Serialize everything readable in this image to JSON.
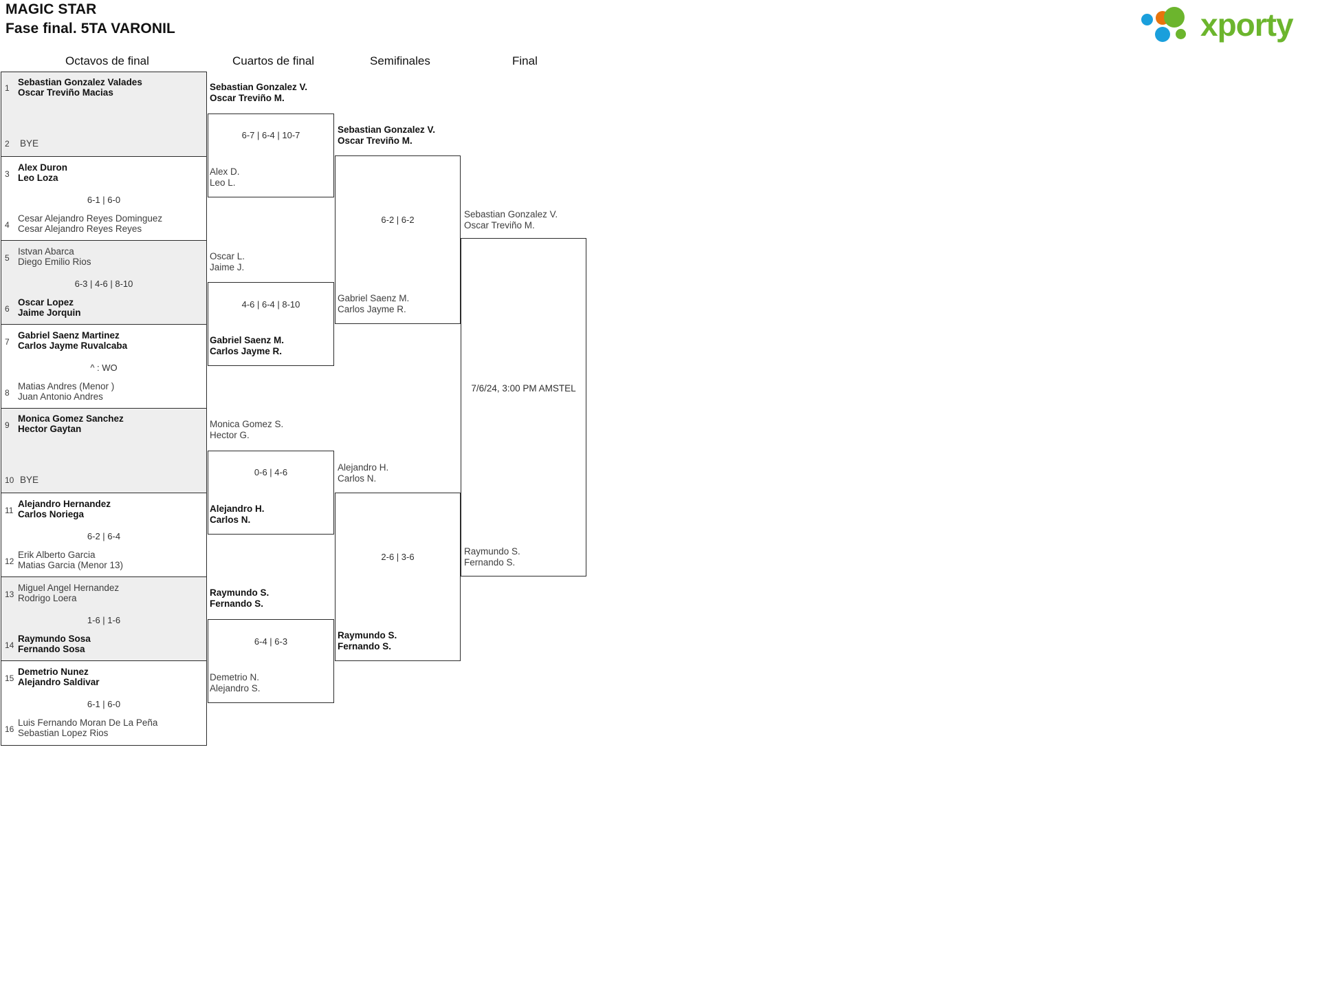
{
  "header": {
    "tournament": "MAGIC STAR",
    "phase": "Fase final. 5TA VARONIL",
    "logo_text": "xporty",
    "logo_colors": {
      "blue": "#1a9fdc",
      "orange": "#e8740c",
      "green": "#6cb52d"
    }
  },
  "rounds": [
    {
      "label": "Octavos de final"
    },
    {
      "label": "Cuartos de final"
    },
    {
      "label": "Semifinales"
    },
    {
      "label": "Final"
    }
  ],
  "round1": {
    "matches": [
      {
        "seed_top": "1",
        "seed_bottom": "2",
        "top": {
          "p1": "Sebastian Gonzalez Valades",
          "p2": "Oscar Treviño Macias",
          "winner": true
        },
        "bottom": {
          "p1": "BYE",
          "p2": "",
          "bye": true,
          "winner": false
        },
        "score": ""
      },
      {
        "seed_top": "3",
        "seed_bottom": "4",
        "top": {
          "p1": "Alex Duron",
          "p2": "Leo Loza",
          "winner": true
        },
        "bottom": {
          "p1": "Cesar Alejandro Reyes Dominguez",
          "p2": "Cesar Alejandro Reyes Reyes",
          "winner": false
        },
        "score": "6-1 | 6-0"
      },
      {
        "seed_top": "5",
        "seed_bottom": "6",
        "top": {
          "p1": "Istvan Abarca",
          "p2": "Diego Emilio Rios",
          "winner": false
        },
        "bottom": {
          "p1": "Oscar Lopez",
          "p2": "Jaime Jorquin",
          "winner": true
        },
        "score": "6-3 | 4-6 | 8-10"
      },
      {
        "seed_top": "7",
        "seed_bottom": "8",
        "top": {
          "p1": "Gabriel Saenz Martinez",
          "p2": "Carlos Jayme Ruvalcaba",
          "winner": true
        },
        "bottom": {
          "p1": "Matias Andres (Menor )",
          "p2": "Juan Antonio Andres",
          "winner": false
        },
        "score": "^ : WO"
      },
      {
        "seed_top": "9",
        "seed_bottom": "10",
        "top": {
          "p1": "Monica Gomez Sanchez",
          "p2": "Hector Gaytan",
          "winner": true
        },
        "bottom": {
          "p1": "BYE",
          "p2": "",
          "bye": true,
          "winner": false
        },
        "score": ""
      },
      {
        "seed_top": "11",
        "seed_bottom": "12",
        "top": {
          "p1": "Alejandro Hernandez",
          "p2": "Carlos Noriega",
          "winner": true
        },
        "bottom": {
          "p1": "Erik Alberto Garcia",
          "p2": "Matias Garcia (Menor 13)",
          "winner": false
        },
        "score": "6-2 | 6-4"
      },
      {
        "seed_top": "13",
        "seed_bottom": "14",
        "top": {
          "p1": "Miguel Angel Hernandez",
          "p2": "Rodrigo Loera",
          "winner": false
        },
        "bottom": {
          "p1": "Raymundo Sosa",
          "p2": "Fernando Sosa",
          "winner": true
        },
        "score": "1-6 | 1-6"
      },
      {
        "seed_top": "15",
        "seed_bottom": "16",
        "top": {
          "p1": "Demetrio Nunez",
          "p2": "Alejandro Saldivar",
          "winner": true
        },
        "bottom": {
          "p1": "Luis Fernando Moran De La Peña",
          "p2": "Sebastian Lopez Rios",
          "winner": false
        },
        "score": "6-1 | 6-0"
      }
    ]
  },
  "round2": {
    "matches": [
      {
        "top": {
          "p1": "Sebastian Gonzalez V.",
          "p2": "Oscar Treviño M.",
          "winner": true
        },
        "bottom": {
          "p1": "Alex D.",
          "p2": "Leo L.",
          "winner": false
        },
        "score": "6-7 | 6-4 | 10-7"
      },
      {
        "top": {
          "p1": "Oscar L.",
          "p2": "Jaime J.",
          "winner": false
        },
        "bottom": {
          "p1": "Gabriel Saenz M.",
          "p2": "Carlos Jayme R.",
          "winner": true
        },
        "score": "4-6 | 6-4 | 8-10"
      },
      {
        "top": {
          "p1": "Monica Gomez S.",
          "p2": "Hector G.",
          "winner": false
        },
        "bottom": {
          "p1": "Alejandro H.",
          "p2": "Carlos N.",
          "winner": true
        },
        "score": "0-6 | 4-6"
      },
      {
        "top": {
          "p1": "Raymundo S.",
          "p2": "Fernando S.",
          "winner": true
        },
        "bottom": {
          "p1": "Demetrio N.",
          "p2": "Alejandro S.",
          "winner": false
        },
        "score": "6-4 | 6-3"
      }
    ]
  },
  "round3": {
    "matches": [
      {
        "top": {
          "p1": "Sebastian Gonzalez V.",
          "p2": "Oscar Treviño M.",
          "winner": true
        },
        "bottom": {
          "p1": "Gabriel Saenz M.",
          "p2": "Carlos Jayme R.",
          "winner": false
        },
        "score": "6-2 | 6-2"
      },
      {
        "top": {
          "p1": "Alejandro H.",
          "p2": "Carlos N.",
          "winner": false
        },
        "bottom": {
          "p1": "Raymundo S.",
          "p2": "Fernando S.",
          "winner": true
        },
        "score": "2-6 | 3-6"
      }
    ]
  },
  "round4": {
    "matches": [
      {
        "top": {
          "p1": "Sebastian Gonzalez V.",
          "p2": "Oscar Treviño M.",
          "winner": false
        },
        "bottom": {
          "p1": "Raymundo S.",
          "p2": "Fernando S.",
          "winner": false
        },
        "score": "7/6/24, 3:00 PM AMSTEL"
      }
    ]
  }
}
